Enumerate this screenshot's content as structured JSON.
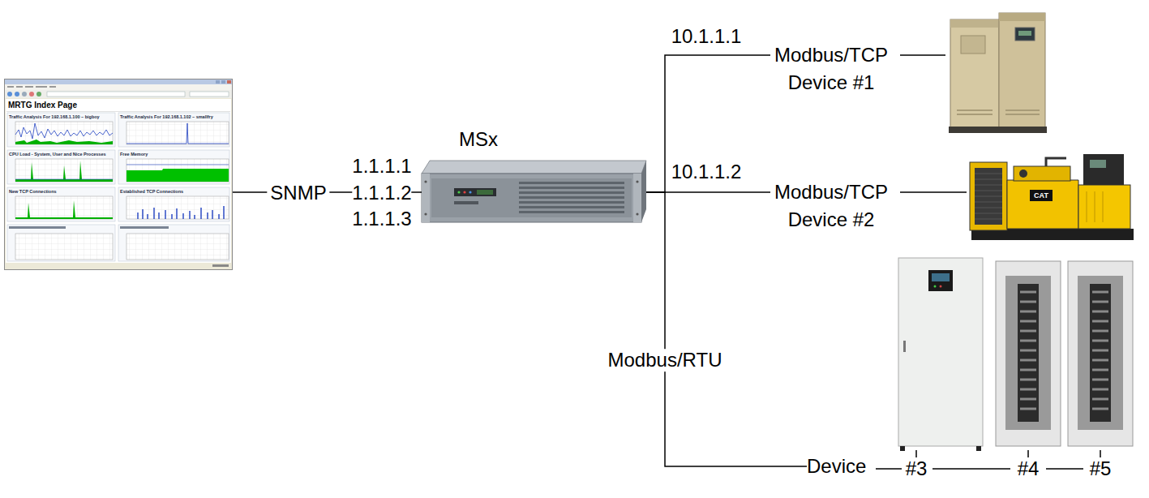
{
  "diagram": {
    "nodes": [
      {
        "text": [
          "MRTG Index Page"
        ]
      },
      {
        "text": [
          "MSx"
        ]
      },
      {
        "text": [
          "Modbus/TCP Device #1"
        ]
      },
      {
        "text": [
          "Modbus/TCP Device #2"
        ]
      },
      {
        "text": [
          "Device"
        ]
      }
    ],
    "edges": [
      {
        "from": 0,
        "to": 1,
        "arrow": "none",
        "label": "SNMP"
      },
      {
        "from": 1,
        "to": 2,
        "arrow": "none",
        "label": "10.1.1.1"
      },
      {
        "from": 1,
        "to": 3,
        "arrow": "none",
        "label": "10.1.1.2"
      },
      {
        "from": 1,
        "to": 4,
        "arrow": "none",
        "label": "Modbus/RTU"
      }
    ],
    "labels": [
      "1.1.1.1",
      "1.1.1.2",
      "1.1.1.3",
      "#3",
      "#4",
      "#5",
      "CAT",
      "Traffic Analysis For 192.168.1.100 – bigboy",
      "Traffic Analysis For 192.168.1.102 – smallfry",
      "CPU Load - System, User and Nice Processes",
      "Free Memory",
      "New TCP Connections",
      "Established TCP Connections"
    ]
  }
}
